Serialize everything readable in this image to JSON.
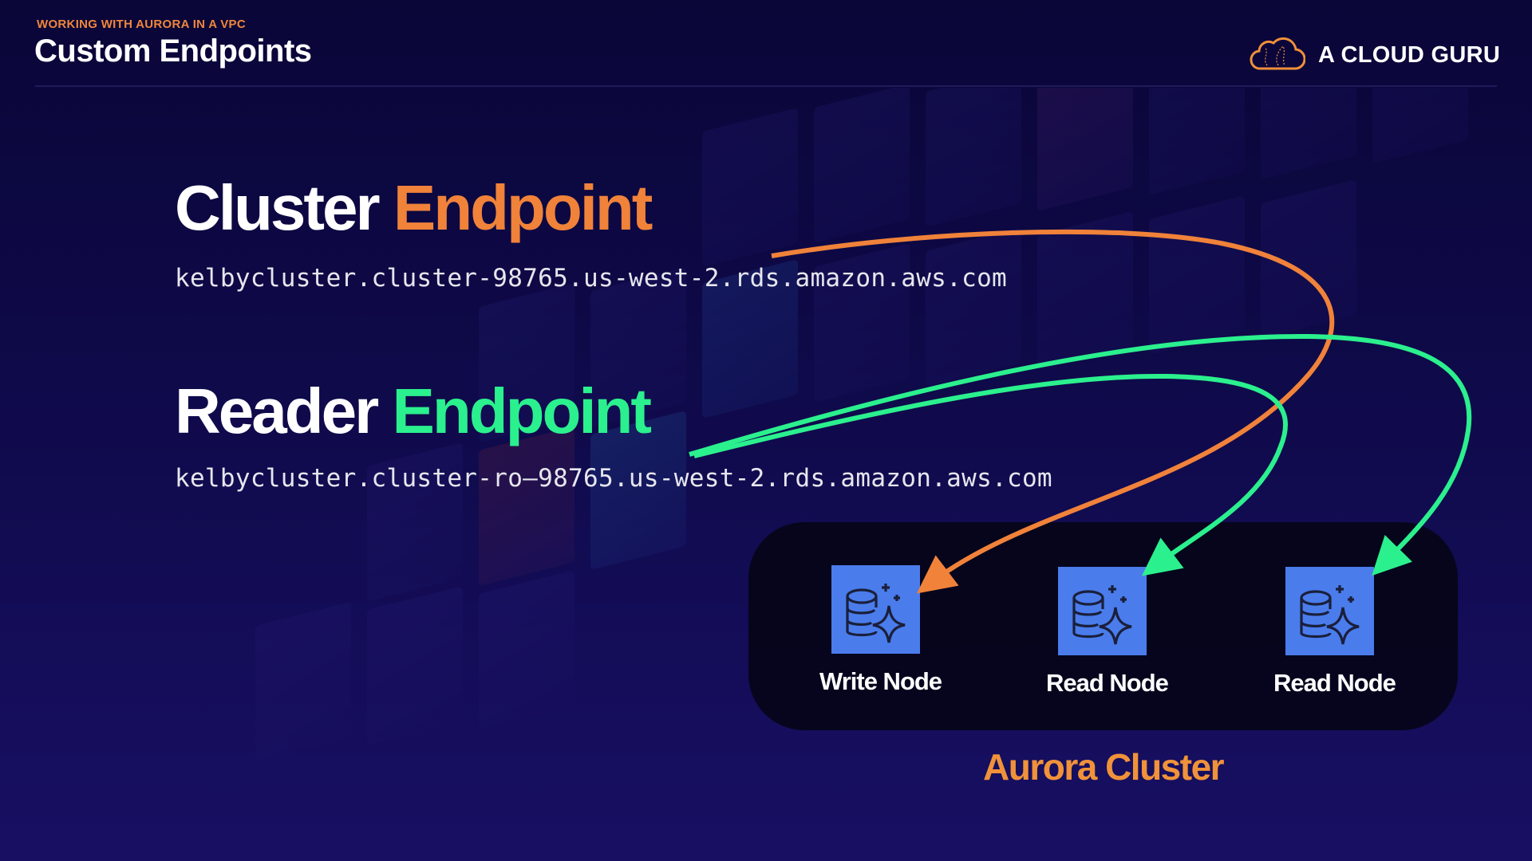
{
  "header": {
    "kicker": "WORKING WITH AURORA IN A VPC",
    "title": "Custom Endpoints",
    "brand": "A CLOUD GURU",
    "brand_icon": "cloud-icon"
  },
  "endpoints": [
    {
      "label_white": "Cluster",
      "label_colored": "Endpoint",
      "color": "#f0823a",
      "hostname": "kelbycluster.cluster-98765.us-west-2.rds.amazon.aws.com",
      "targets": [
        "Write Node"
      ]
    },
    {
      "label_white": "Reader",
      "label_colored": "Endpoint",
      "color": "#2bf08e",
      "hostname": "kelbycluster.cluster-ro—98765.us-west-2.rds.amazon.aws.com",
      "targets": [
        "Read Node",
        "Read Node"
      ]
    }
  ],
  "cluster": {
    "label": "Aurora Cluster",
    "nodes": [
      {
        "label": "Write Node",
        "icon": "aurora-database-icon"
      },
      {
        "label": "Read Node",
        "icon": "aurora-database-icon"
      },
      {
        "label": "Read Node",
        "icon": "aurora-database-icon"
      }
    ]
  },
  "colors": {
    "orange": "#f0823a",
    "green": "#2bf08e",
    "node_blue": "#4a7cec",
    "background": "#0f0a4a"
  }
}
